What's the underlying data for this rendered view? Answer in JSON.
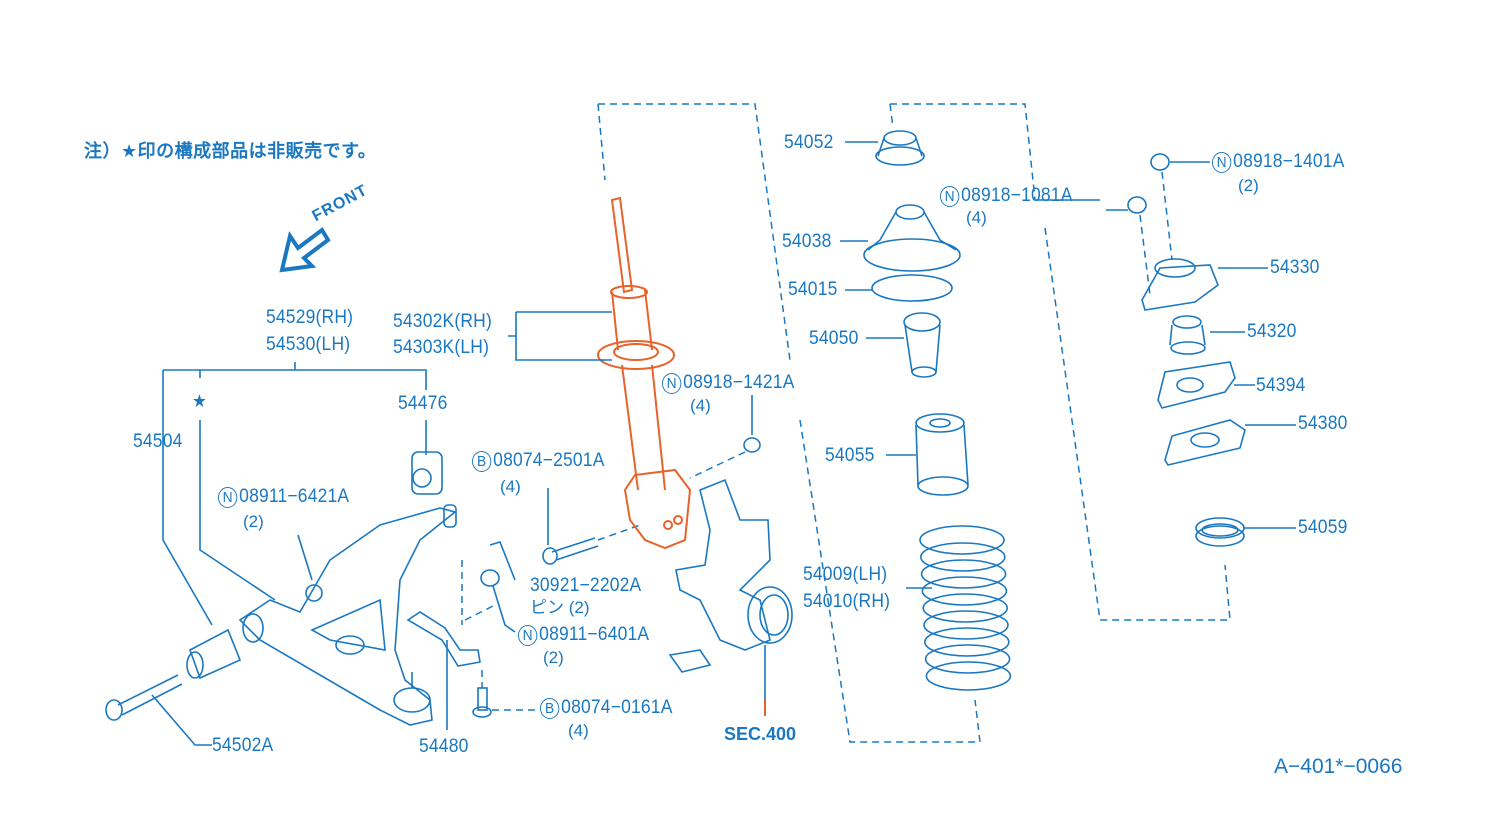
{
  "note": "注）★印の構成部品は非販売です。",
  "direction_label": "FRONT",
  "diagram_code": "A−401*−0066",
  "section_ref": "SEC.400",
  "colors": {
    "line": "#1a78c2",
    "highlight": "#e8622a",
    "background": "#ffffff"
  },
  "parts": {
    "p54529": "54529(RH)",
    "p54530": "54530(LH)",
    "p54302k": "54302K(RH)",
    "p54303k": "54303K(LH)",
    "p54504": "54504",
    "p54476": "54476",
    "p08911_6421a": {
      "marker": "N",
      "number": "08911−6421A",
      "qty": "(2)"
    },
    "p08074_2501a": {
      "marker": "B",
      "number": "08074−2501A",
      "qty": "(4)"
    },
    "p08918_1421a": {
      "marker": "N",
      "number": "08918−1421A",
      "qty": "(4)"
    },
    "p30921_2202a": {
      "number": "30921−2202A",
      "sub": "ピン (2)"
    },
    "p08911_6401a": {
      "marker": "N",
      "number": "08911−6401A",
      "qty": "(2)"
    },
    "p08074_0161a": {
      "marker": "B",
      "number": "08074−0161A",
      "qty": "(4)"
    },
    "p54502a": "54502A",
    "p54480": "54480",
    "p54052": "54052",
    "p08918_1081a": {
      "marker": "N",
      "number": "08918−1081A",
      "qty": "(4)"
    },
    "p54038": "54038",
    "p54015": "54015",
    "p54050": "54050",
    "p54055": "54055",
    "p54009": "54009(LH)",
    "p54010": "54010(RH)",
    "p08918_1401a": {
      "marker": "N",
      "number": "08918−1401A",
      "qty": "(2)"
    },
    "p54330": "54330",
    "p54320": "54320",
    "p54394": "54394",
    "p54380": "54380",
    "p54059": "54059"
  },
  "non_sale_marker": "★"
}
